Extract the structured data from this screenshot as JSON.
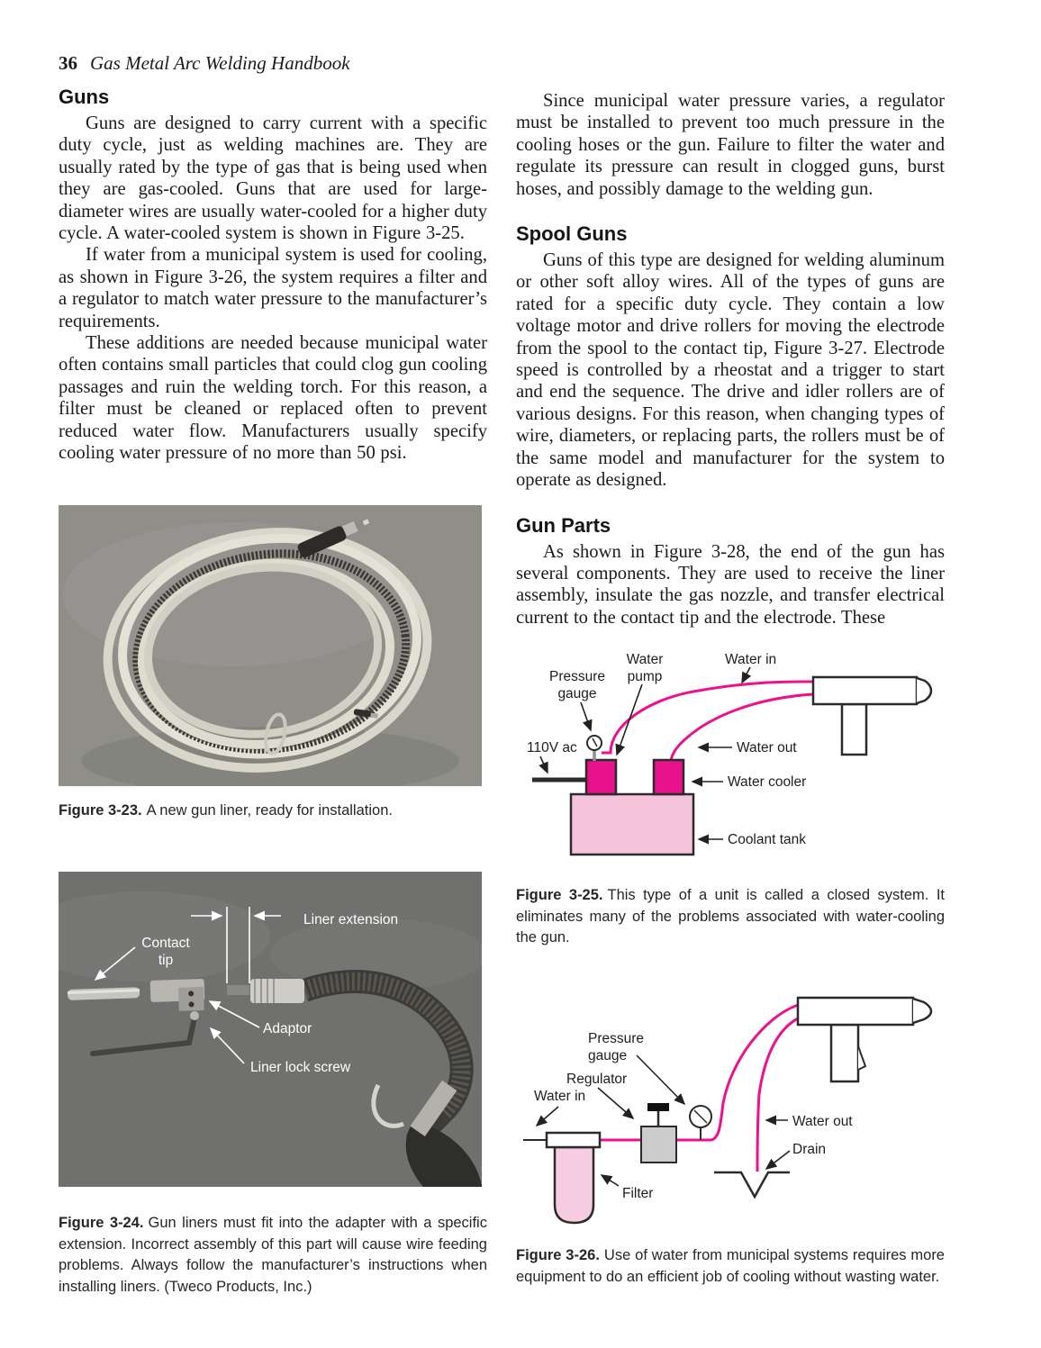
{
  "header": {
    "page_number": "36",
    "book_title": "Gas Metal Arc Welding Handbook"
  },
  "left_column": {
    "section_guns": {
      "heading": "Guns",
      "para1": "Guns are designed to carry current with a specific duty cycle, just as welding machines are. They are usually rated by the type of gas that is being used when they are gas-cooled. Guns that are used for large-diameter wires are usually water-cooled for a higher duty cycle. A water-cooled system is shown in Figure 3-25.",
      "para2": "If water from a municipal system is used for cooling, as shown in Figure 3-26, the system requires a filter and a regulator to match water pressure to the manufacturer’s requirements.",
      "para3": "These additions are needed because municipal water often contains small particles that could clog gun cooling passages and ruin the welding torch. For this reason, a filter must be cleaned or replaced often to prevent reduced water flow. Manufacturers usually specify cooling water pressure of no more than 50 psi."
    },
    "figure_3_23": {
      "label": "Figure 3-23.",
      "caption_text": "A new gun liner, ready for installation."
    },
    "figure_3_24": {
      "label": "Figure 3-24.",
      "caption_text": "Gun liners must fit into the adapter with a specific extension. Incorrect assembly of this part will cause wire feeding problems. Always follow the manufacturer’s instructions when installing liners. (Tweco Products, Inc.)",
      "photo_labels": {
        "liner_extension": "Liner extension",
        "contact_tip_line1": "Contact",
        "contact_tip_line2": "tip",
        "adaptor": "Adaptor",
        "liner_lock_screw": "Liner lock screw"
      }
    }
  },
  "right_column": {
    "para_intro": "Since municipal water pressure varies, a regulator must be installed to prevent too much pressure in the cooling hoses or the gun. Failure to filter the water and regulate its pressure can result in clogged guns, burst hoses, and possibly damage to the welding gun.",
    "section_spool_guns": {
      "heading": "Spool Guns",
      "para": "Guns of this type are designed for welding aluminum or other soft alloy wires. All of the types of guns are rated for a specific duty cycle. They contain a low voltage motor and drive rollers for moving the electrode from the spool to the contact tip, Figure 3-27. Electrode speed is controlled by a rheostat and a trigger to start and end the sequence. The drive and idler rollers are of various designs. For this reason, when changing types of wire, diameters, or replacing parts, the rollers must be of the same model and manufacturer for the system to operate as designed."
    },
    "section_gun_parts": {
      "heading": "Gun Parts",
      "para": "As shown in Figure 3-28, the end of the gun has several components. They are used to receive the liner assembly, insulate the gas nozzle, and transfer electrical current to the contact tip and the electrode. These"
    },
    "figure_3_25": {
      "label": "Figure 3-25.",
      "caption_text": "This type of a unit is called a closed system. It eliminates many of the problems associated with water-cooling the gun.",
      "diagram_labels": {
        "pressure_gauge_line1": "Pressure",
        "pressure_gauge_line2": "gauge",
        "water_pump_line1": "Water",
        "water_pump_line2": "pump",
        "water_in": "Water in",
        "voltage": "110V ac",
        "water_out": "Water out",
        "water_cooler": "Water cooler",
        "coolant_tank": "Coolant tank"
      }
    },
    "figure_3_26": {
      "label": "Figure 3-26.",
      "caption_text": "Use of water from municipal systems requires more equipment to do an efficient job of cooling without wasting water.",
      "diagram_labels": {
        "pressure_gauge_line1": "Pressure",
        "pressure_gauge_line2": "gauge",
        "regulator": "Regulator",
        "water_in": "Water in",
        "water_out": "Water out",
        "drain": "Drain",
        "filter": "Filter"
      }
    }
  },
  "colors": {
    "magenta_hose": "#ec128c",
    "magenta_box": "#e8118c",
    "tank_pink": "#f5c3da",
    "filter_pink": "#f6cde0",
    "regulator_gray": "#cccccc",
    "diagram_line_black": "#2b2b2b",
    "photo_bg_light": "#8f8e89",
    "photo_bg_dark": "#70706e"
  }
}
